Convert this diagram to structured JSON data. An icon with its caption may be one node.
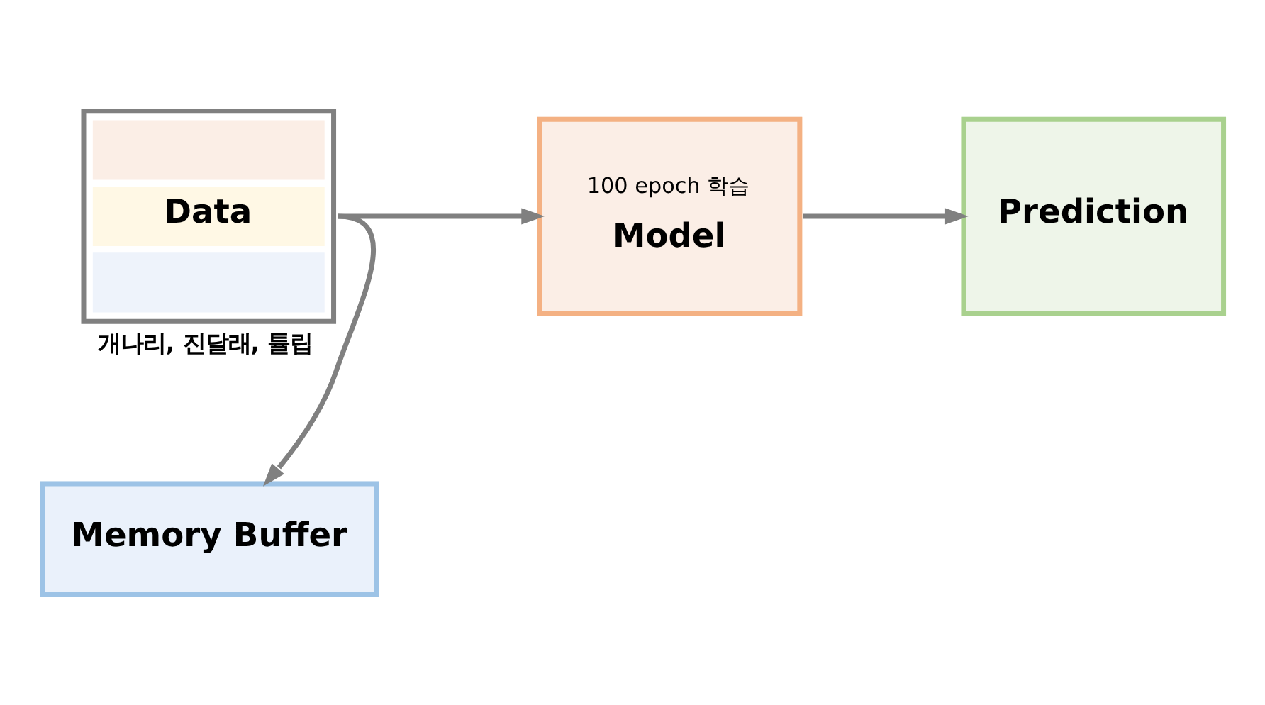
{
  "diagram": {
    "nodes": [
      {
        "text": [
          "Data"
        ],
        "beside": [
          "개나리, 진달래, 튤립"
        ]
      },
      {
        "text": [
          "100 epoch 학습",
          "Model"
        ]
      },
      {
        "text": [
          "Prediction"
        ]
      },
      {
        "text": [
          "Memory Buffer"
        ]
      }
    ],
    "edges": [
      {
        "from": 0,
        "to": 1,
        "arrow": "to"
      },
      {
        "from": 1,
        "to": 2,
        "arrow": "to"
      },
      {
        "from": 0,
        "to": 3,
        "arrow": "to"
      }
    ]
  }
}
